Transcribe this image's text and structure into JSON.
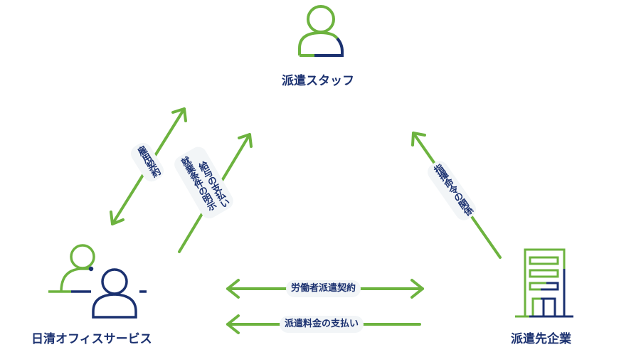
{
  "colors": {
    "green": "#6db33f",
    "navy": "#1b3170",
    "label_bg": "#f2f5f7"
  },
  "nodes": {
    "staff": {
      "label": "派遣スタッフ",
      "icon": "person-icon"
    },
    "agency": {
      "label": "日清オフィスサービス",
      "icon": "people-icon"
    },
    "client": {
      "label": "派遣先企業",
      "icon": "building-icon"
    }
  },
  "relations": {
    "employment": {
      "label": "雇用契約",
      "direction": "both"
    },
    "conditions": {
      "label_line1": "給与の支払い",
      "label_line2": "就業条件の明示",
      "direction": "to-staff"
    },
    "command": {
      "label": "指揮命令の関係",
      "direction": "to-staff"
    },
    "dispatch_contract": {
      "label": "労働者派遣契約",
      "direction": "both"
    },
    "payment": {
      "label": "派遣料金の支払い",
      "direction": "to-agency"
    }
  }
}
